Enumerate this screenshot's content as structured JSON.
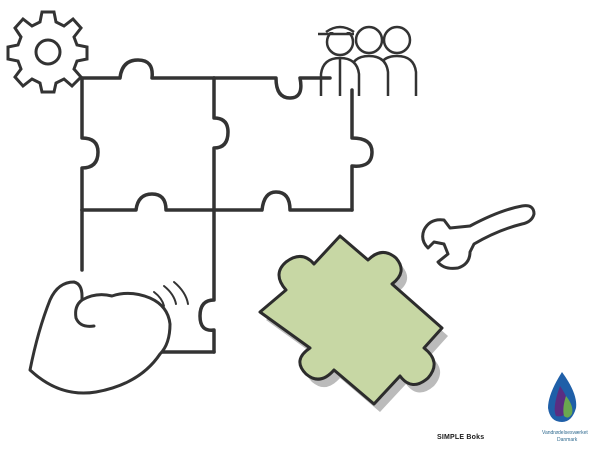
{
  "illustration": {
    "elements": [
      {
        "id": "gear",
        "icon": "gear-icon"
      },
      {
        "id": "people",
        "icon": "people-icon",
        "count": 3
      },
      {
        "id": "puzzle",
        "icon": "puzzle-piece-icon",
        "grid_pieces": 3,
        "detached_pieces": 1
      },
      {
        "id": "wrench",
        "icon": "wrench-icon"
      },
      {
        "id": "hand",
        "icon": "hand-icon"
      }
    ],
    "colors": {
      "outline": "#333333",
      "detached_piece_fill": "#c7d7a4",
      "detached_piece_stroke": "#2c2c2c",
      "drop_blue": "#1f5fa8",
      "drop_purple": "#5a2d82",
      "drop_green": "#6aa84f"
    }
  },
  "logos": {
    "simple": "SIMPLE Boks",
    "drop_line_1": "Vandrødelsesværket",
    "drop_line_2": "Danmark"
  }
}
